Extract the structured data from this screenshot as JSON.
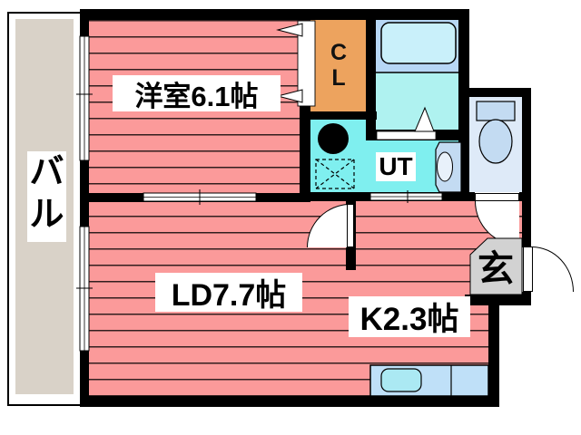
{
  "plan": {
    "type": "apartment-floor-plan",
    "labels": {
      "western_room": "洋室6.1帖",
      "living_dining": "LD7.7帖",
      "kitchen": "K2.3帖",
      "utility": "UT",
      "entrance": "玄"
    },
    "balcony_chars": [
      "バ",
      "ル"
    ],
    "closet_chars": [
      "C",
      "L"
    ],
    "rooms": [
      {
        "name": "western-room",
        "label": "洋室6.1帖",
        "size_jo": 6.1
      },
      {
        "name": "living-dining",
        "label": "LD7.7帖",
        "size_jo": 7.7
      },
      {
        "name": "kitchen",
        "label": "K2.3帖",
        "size_jo": 2.3
      },
      {
        "name": "balcony",
        "label": "バル"
      },
      {
        "name": "closet",
        "label": "CL"
      },
      {
        "name": "utility",
        "label": "UT"
      },
      {
        "name": "entrance",
        "label": "玄"
      }
    ],
    "colors": {
      "room_pink": "#FB9A9A",
      "hatch_line": "#000000",
      "balcony_beige": "#D9D2C8",
      "closet_orange": "#EDA35E",
      "utility_cyan": "#7FEFEF",
      "bath_platform_blue": "#B7D7F5",
      "bathtub_blue": "#C9F0FA",
      "bath_floor_cyan": "#AFF2F0",
      "toilet_floor_blue": "#DEEAF8",
      "fixture_blue": "#C3DBF2",
      "entrance_gray": "#D2D2D2",
      "counter_blue": "#BFE0F8",
      "sink_cyan": "#ABE9F3",
      "wall_black": "#000000"
    }
  }
}
